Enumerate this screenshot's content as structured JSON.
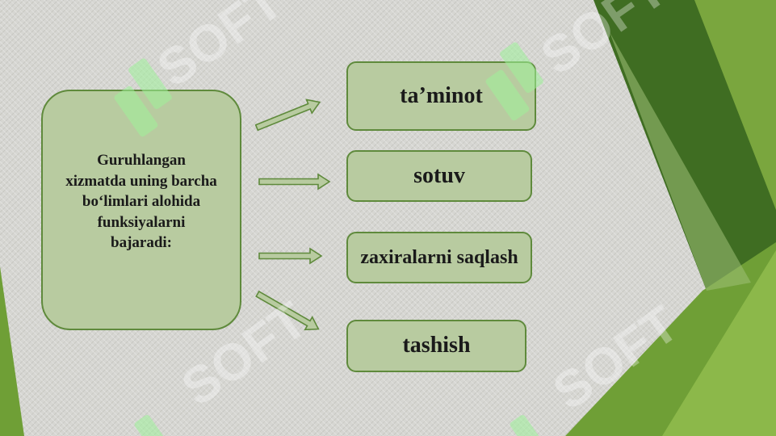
{
  "slide": {
    "main_text": "Guruhlangan xizmatda uning barcha bo‘limlari alohida funksiyalarni bajaradi:",
    "items": [
      {
        "label": "ta’minot"
      },
      {
        "label": "sotuv"
      },
      {
        "label": "zaxiralarni saqlash"
      },
      {
        "label": "tashish"
      }
    ]
  },
  "watermark": {
    "text": "SOFT"
  },
  "colors": {
    "box_fill": "#b8cba0",
    "box_border": "#5f8a3c",
    "dark_green": "#3f6d22",
    "mid_green": "#6f9f36",
    "light_green": "#8cb84a"
  }
}
